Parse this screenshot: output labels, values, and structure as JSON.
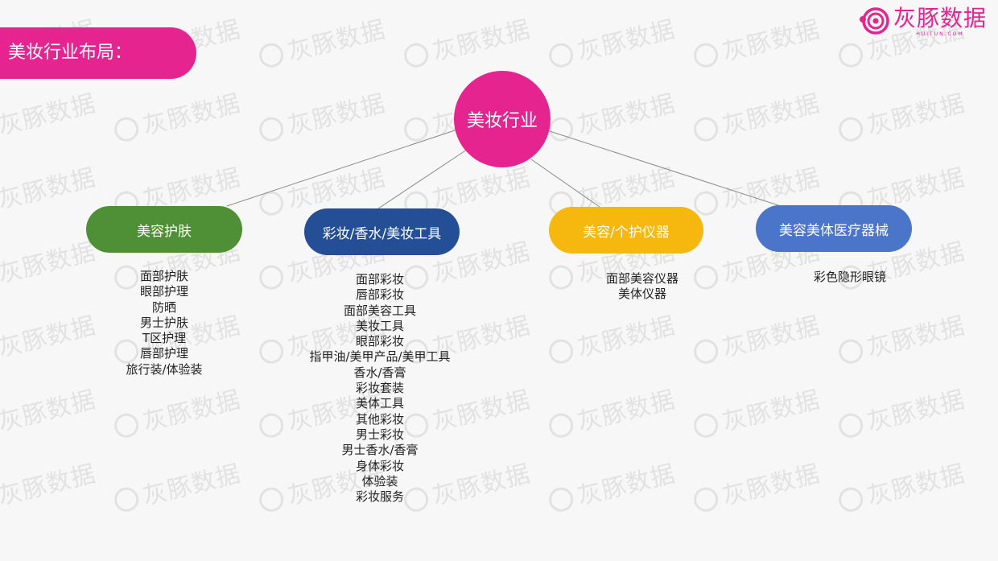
{
  "header": {
    "section_title": "美妆行业布局："
  },
  "logo": {
    "name": "灰豚数据",
    "sub": "HUITUN.COM"
  },
  "watermark": {
    "text": "灰豚数据"
  },
  "colors": {
    "accent": "#e5248f",
    "skincare": "#4f8f35",
    "makeup": "#244f96",
    "devices": "#f6b80f",
    "medical": "#4a75c9"
  },
  "diagram": {
    "root": "美妆行业",
    "categories": [
      {
        "label": "美容护肤",
        "items": [
          "面部护肤",
          "眼部护理",
          "防晒",
          "男士护肤",
          "T区护理",
          "唇部护理",
          "旅行装/体验装"
        ]
      },
      {
        "label": "彩妆/香水/美妆工具",
        "items": [
          "面部彩妆",
          "唇部彩妆",
          "面部美容工具",
          "美妆工具",
          "眼部彩妆",
          "指甲油/美甲产品/美甲工具",
          "香水/香膏",
          "彩妆套装",
          "美体工具",
          "其他彩妆",
          "男士彩妆",
          "男士香水/香膏",
          "身体彩妆",
          "体验装",
          "彩妆服务"
        ]
      },
      {
        "label": "美容/个护仪器",
        "items": [
          "面部美容仪器",
          "美体仪器"
        ]
      },
      {
        "label": "美容美体医疗器械",
        "items": [
          "彩色隐形眼镜"
        ]
      }
    ]
  }
}
